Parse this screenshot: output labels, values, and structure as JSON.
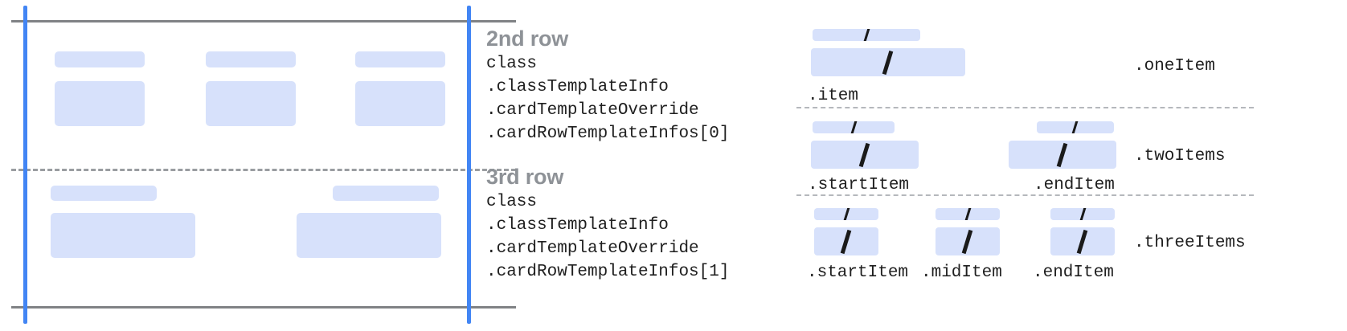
{
  "left_diagram": {
    "guides": {
      "vertical_color": "#4285f4",
      "rule_color": "#808285",
      "dashed_color": "#9a9da1"
    },
    "chip_color": "#d7e1fb",
    "rows": [
      {
        "name": "2nd row",
        "columns": [
          {
            "title_bar": true,
            "body_bar": true
          },
          {
            "title_bar": true,
            "body_bar": true
          },
          {
            "title_bar": true,
            "body_bar": true
          }
        ]
      },
      {
        "name": "3rd row",
        "columns": [
          {
            "title_bar": true,
            "body_bar": true
          },
          {
            "title_bar": true,
            "body_bar": true
          }
        ]
      }
    ]
  },
  "annotations": [
    {
      "heading": "2nd row",
      "lines": [
        "class",
        ".classTemplateInfo",
        ".cardTemplateOverride",
        ".cardRowTemplateInfos[0]"
      ]
    },
    {
      "heading": "3rd row",
      "lines": [
        "class",
        ".classTemplateInfo",
        ".cardTemplateOverride",
        ".cardRowTemplateInfos[1]"
      ]
    }
  ],
  "right_diagram": {
    "sections": [
      {
        "layout_label": ".oneItem",
        "items": [
          {
            "label": ".item",
            "glyph": "slash"
          }
        ]
      },
      {
        "layout_label": ".twoItems",
        "items": [
          {
            "label": ".startItem",
            "glyph": "slash"
          },
          {
            "label": ".endItem",
            "glyph": "slash"
          }
        ]
      },
      {
        "layout_label": ".threeItems",
        "items": [
          {
            "label": ".startItem",
            "glyph": "slash"
          },
          {
            "label": ".midItem",
            "glyph": "slash"
          },
          {
            "label": ".endItem",
            "glyph": "slash"
          }
        ]
      }
    ]
  }
}
